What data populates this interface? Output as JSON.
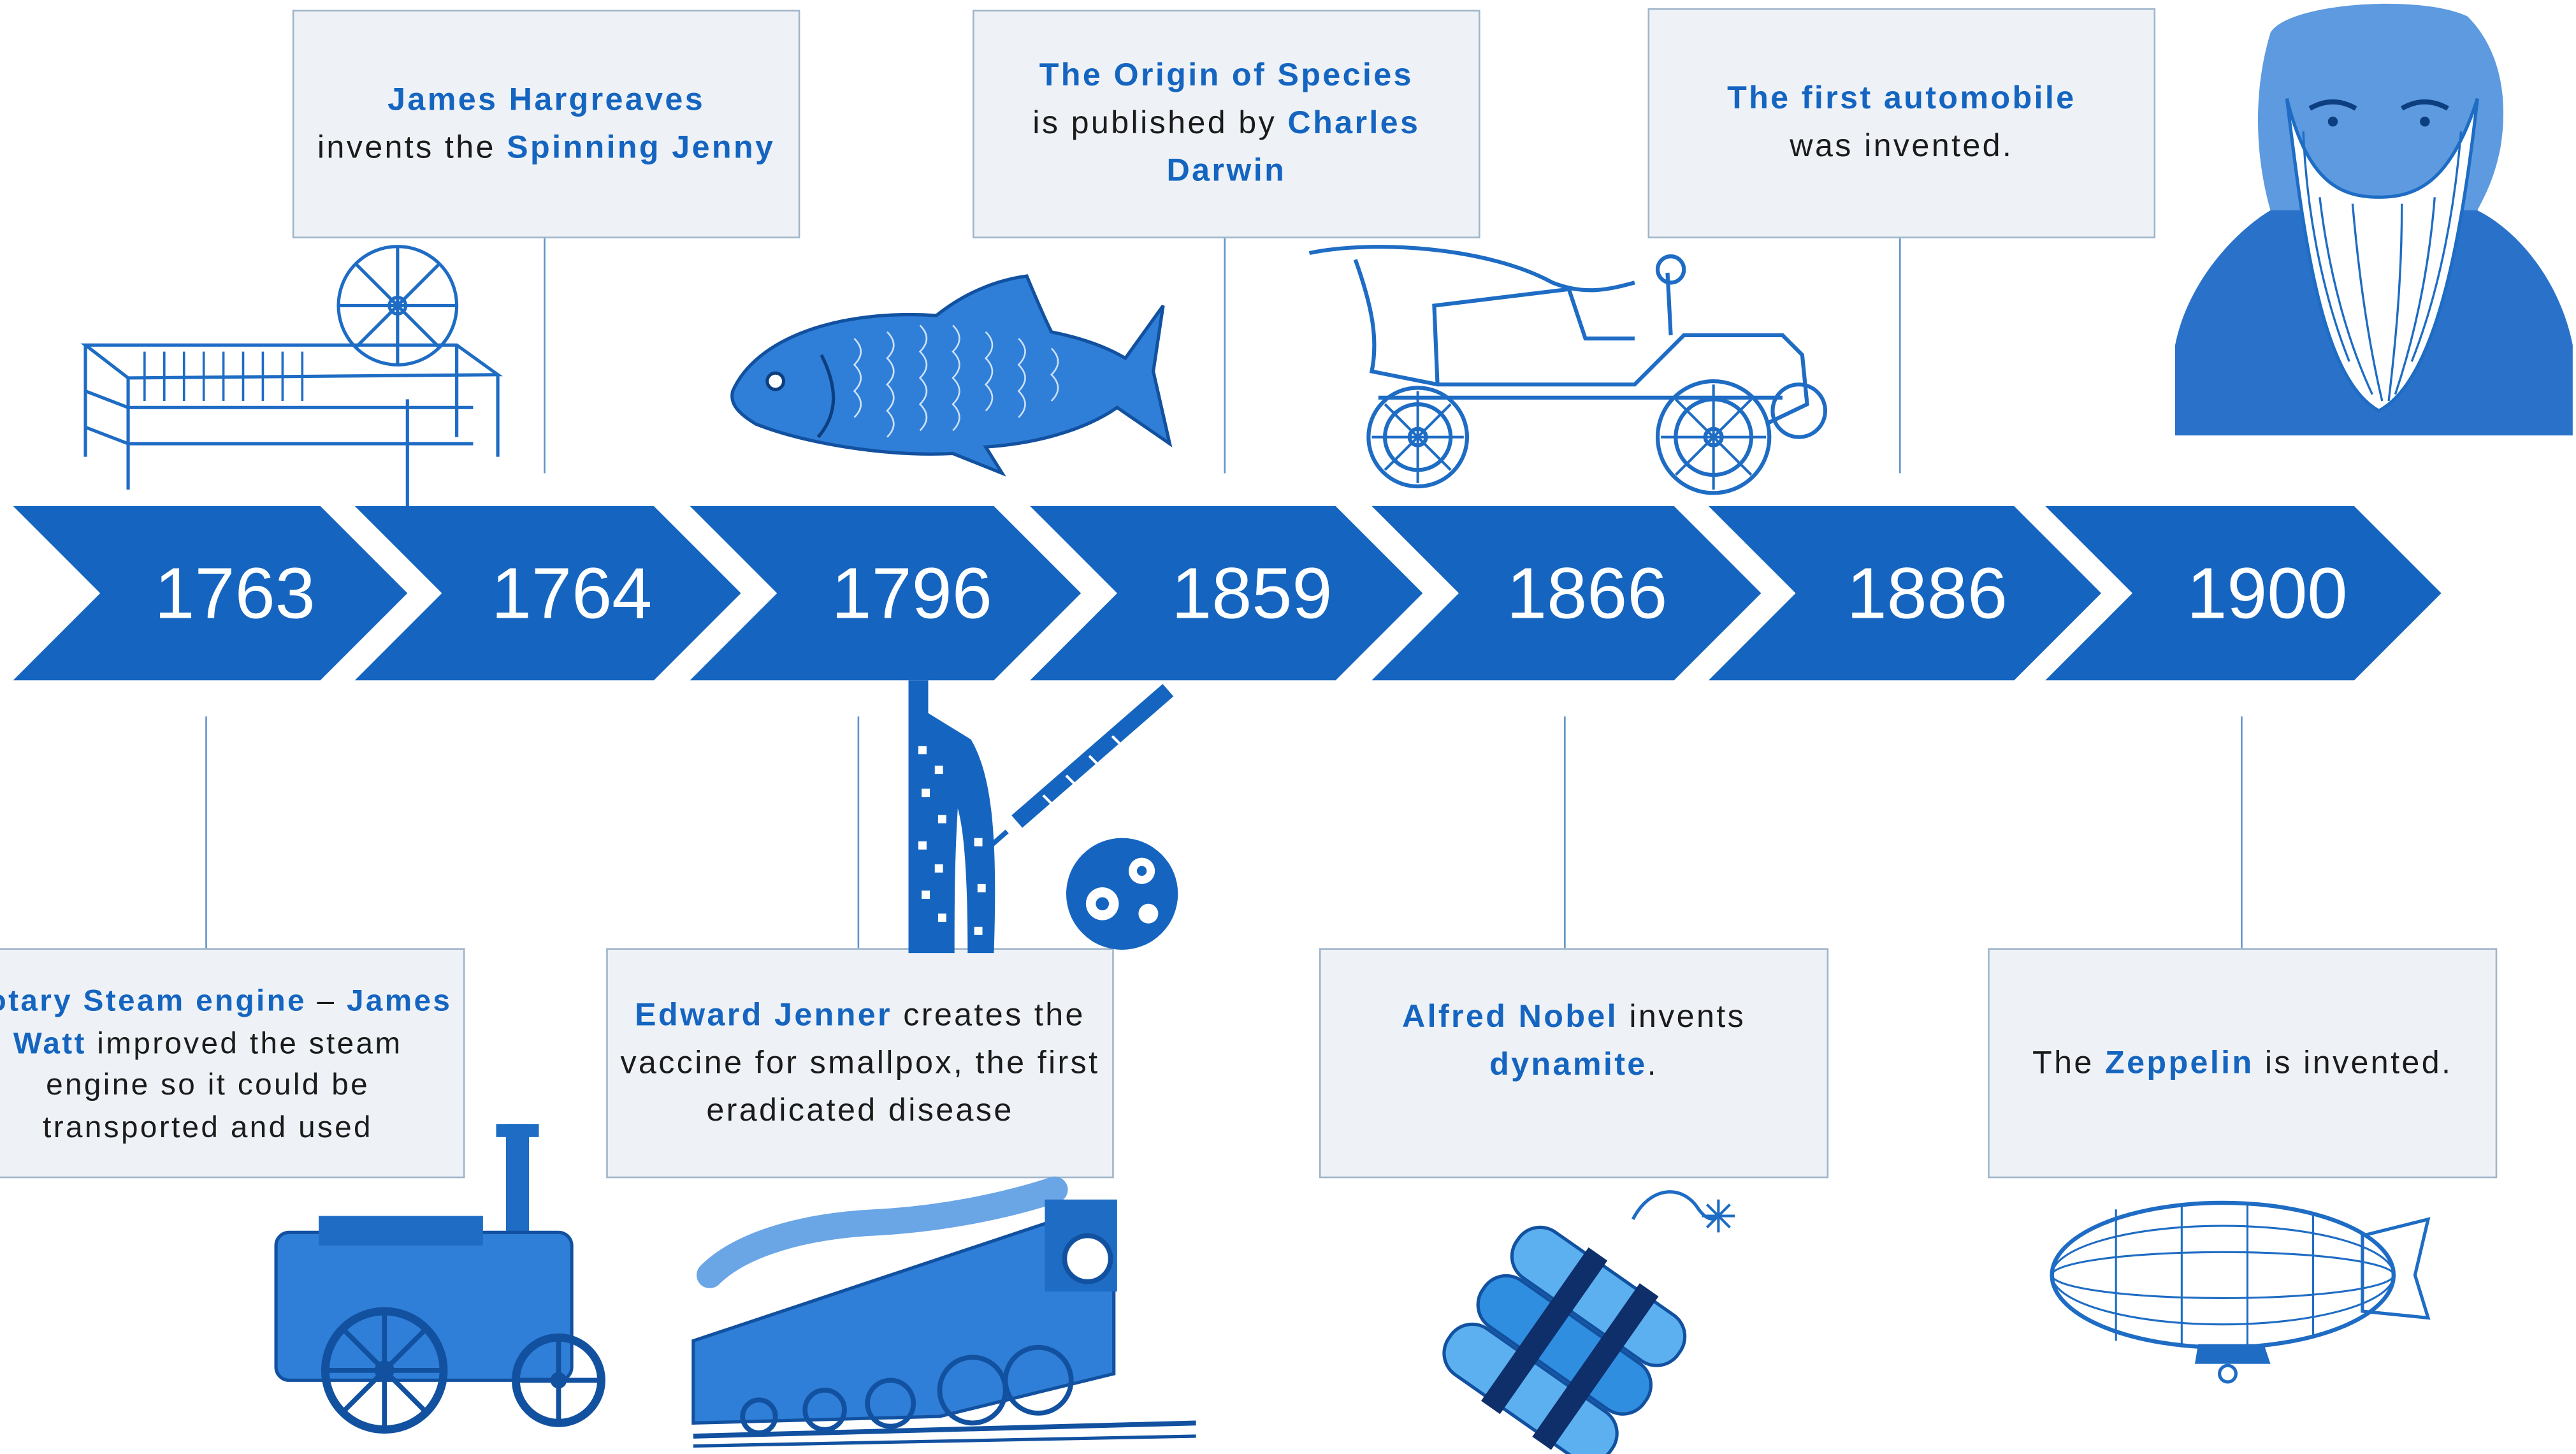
{
  "timeline": {
    "years": [
      "1763",
      "1764",
      "1796",
      "1859",
      "1866",
      "1886",
      "1900"
    ]
  },
  "events": {
    "e1763": {
      "h1": "Rotary Steam engine",
      "t1": " – ",
      "h2": "James Watt",
      "t2": " improved the steam engine so it could be transported and used"
    },
    "e1764": {
      "h1": "James Hargreaves",
      "t1": " invents the ",
      "h2": "Spinning Jenny"
    },
    "e1796": {
      "h1": "Edward Jenner",
      "t1": " creates the vaccine for smallpox, the first eradicated disease"
    },
    "e1859": {
      "h1": "The Origin of Species",
      "t1": " is published by ",
      "h2": "Charles Darwin"
    },
    "e1866": {
      "h1": "Alfred Nobel",
      "t1": " invents ",
      "h2": "dynamite",
      "t2": "."
    },
    "e1886": {
      "h1": "The first automobile",
      "t1": " was invented."
    },
    "e1900": {
      "t0": "The ",
      "h1": "Zeppelin",
      "t1": " is invented."
    }
  },
  "colors": {
    "arrow": "#1565c0",
    "highlight": "#1565c0",
    "box_fill": "#eef2f6",
    "box_border": "#9fb5c9",
    "illustration": "#1e6cc4"
  },
  "icons": [
    "spinning-jenny-icon",
    "fish-icon",
    "automobile-icon",
    "darwin-portrait-icon",
    "vaccine-icon",
    "steam-engine-icon",
    "locomotive-icon",
    "dynamite-icon",
    "zeppelin-icon"
  ]
}
